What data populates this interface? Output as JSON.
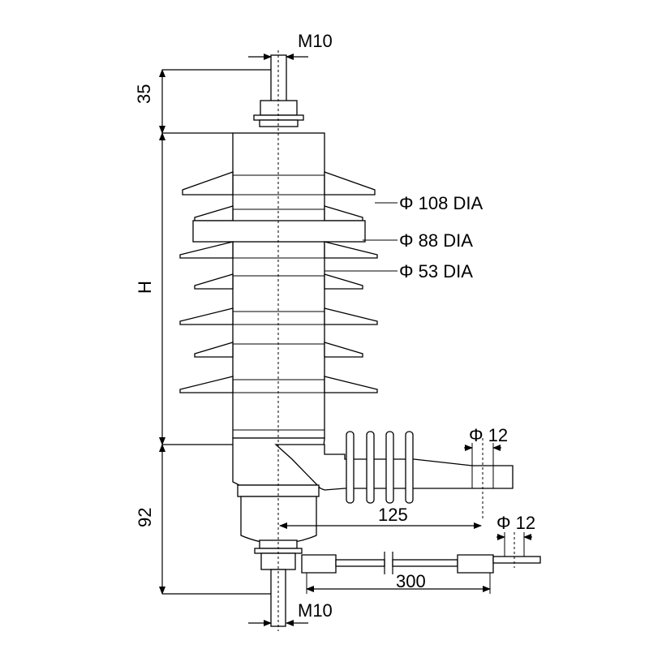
{
  "labels": {
    "top_thread": "M10",
    "top_height": "35",
    "body_height": "H",
    "shed_108": "Φ 108 DIA",
    "shed_88": "Φ 88 DIA",
    "core_53": "Φ 53 DIA",
    "hole_12_upper": "Φ 12",
    "bottom_height": "92",
    "horizontal_125": "125",
    "hole_12_lower": "Φ 12",
    "horizontal_300": "300",
    "bottom_thread": "M10"
  }
}
